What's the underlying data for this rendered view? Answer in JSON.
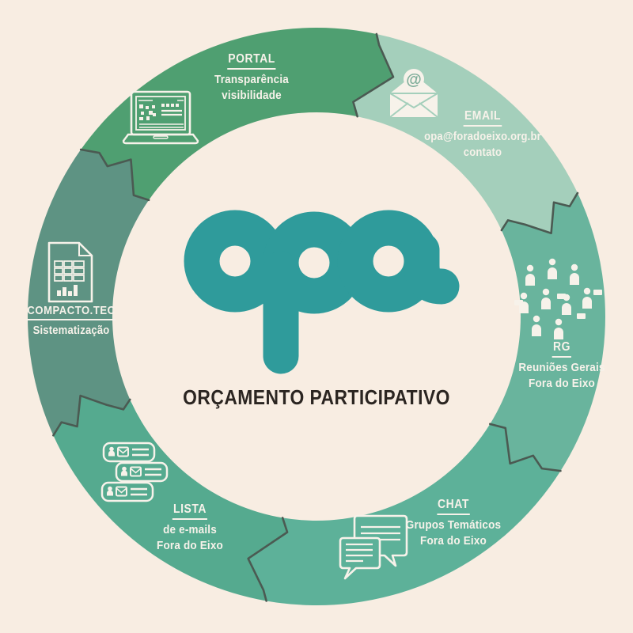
{
  "background_color": "#f8ede2",
  "center": {
    "logo_text": "opa",
    "logo_color": "#2f9b9b",
    "title": "ORÇAMENTO PARTICIPATIVO",
    "title_color": "#2b2521"
  },
  "wheel": {
    "outline_color": "#4b5a52",
    "icon_color": "#f7f2ea",
    "segments": [
      {
        "id": "portal",
        "label": "PORTAL",
        "lines": [
          "Transparência",
          "visibilidade"
        ],
        "color": "#4f9f71",
        "icon": "laptop-icon",
        "start": 305,
        "end": 372
      },
      {
        "id": "email",
        "label": "EMAIL",
        "lines": [
          "opa@foradoeixo.org.br",
          "contato"
        ],
        "color": "#a4cfbb",
        "icon": "email-envelope-icon",
        "start": 12,
        "end": 65
      },
      {
        "id": "rg",
        "label": "RG",
        "lines": [
          "Reuniões Gerais",
          "Fora do Eixo"
        ],
        "color": "#69b49d",
        "icon": "people-group-icon",
        "start": 65,
        "end": 122
      },
      {
        "id": "chat",
        "label": "CHAT",
        "lines": [
          "Grupos Temáticos",
          "Fora do Eixo"
        ],
        "color": "#5db199",
        "icon": "chat-bubbles-icon",
        "start": 122,
        "end": 190
      },
      {
        "id": "lista",
        "label": "LISTA",
        "lines": [
          "de e-mails",
          "Fora do Eixo"
        ],
        "color": "#55aa8f",
        "icon": "mailing-list-icon",
        "start": 190,
        "end": 246
      },
      {
        "id": "compacto",
        "label": "COMPACTO.TEC",
        "lines": [
          "Sistematização"
        ],
        "color": "#5e9383",
        "icon": "spreadsheet-doc-icon",
        "start": 246,
        "end": 305
      }
    ]
  }
}
